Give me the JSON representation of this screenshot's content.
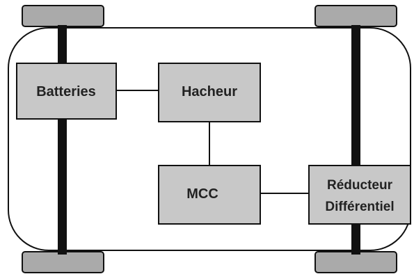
{
  "diagram": {
    "blocks": {
      "batteries": "Batteries",
      "hacheur": "Hacheur",
      "mcc": "MCC",
      "reducteur_line1": "Réducteur",
      "reducteur_line2": "Différentiel"
    },
    "colors": {
      "block_fill": "#c8c8c8",
      "stroke": "#111111",
      "wheel_fill": "#aaaaaa",
      "axle": "#111111"
    }
  }
}
